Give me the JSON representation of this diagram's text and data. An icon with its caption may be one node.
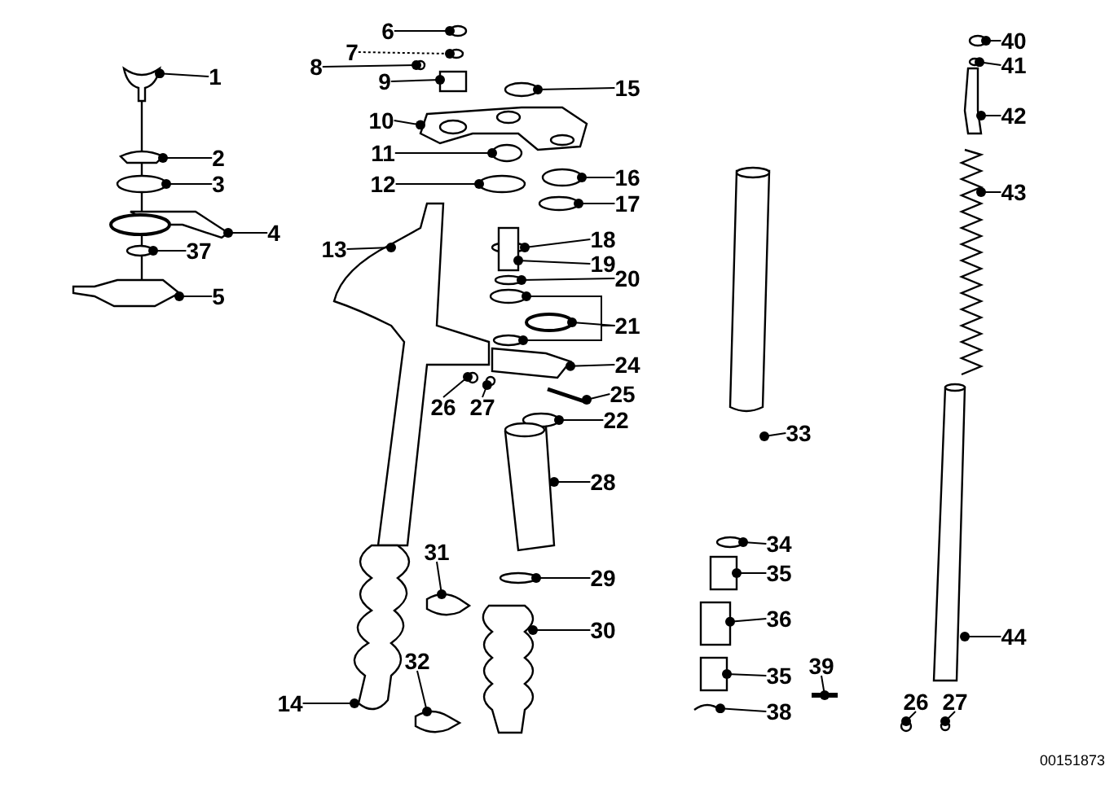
{
  "diagram": {
    "nodes": [
      {
        "text": [
          "1"
        ]
      },
      {
        "text": [
          "6"
        ]
      },
      {
        "text": [
          "40"
        ]
      },
      {
        "text": [
          "7"
        ]
      },
      {
        "text": [
          "41"
        ]
      },
      {
        "text": [
          "8"
        ]
      },
      {
        "text": [
          "9"
        ]
      },
      {
        "text": [
          "15"
        ]
      },
      {
        "text": [
          "42"
        ]
      },
      {
        "text": [
          "10"
        ]
      },
      {
        "text": [
          "11"
        ]
      },
      {
        "text": [
          "2"
        ]
      },
      {
        "text": [
          "16"
        ]
      },
      {
        "text": [
          "3"
        ]
      },
      {
        "text": [
          "12"
        ]
      },
      {
        "text": [
          "43"
        ]
      },
      {
        "text": [
          "17"
        ]
      },
      {
        "text": [
          "4"
        ]
      },
      {
        "text": [
          "18"
        ]
      },
      {
        "text": [
          "13"
        ]
      },
      {
        "text": [
          "37"
        ]
      },
      {
        "text": [
          "19"
        ]
      },
      {
        "text": [
          "20"
        ]
      },
      {
        "text": [
          "5"
        ]
      },
      {
        "text": [
          "21"
        ]
      },
      {
        "text": [
          "24"
        ]
      },
      {
        "text": [
          "25"
        ]
      },
      {
        "text": [
          "26"
        ]
      },
      {
        "text": [
          "27"
        ]
      },
      {
        "text": [
          "22"
        ]
      },
      {
        "text": [
          "33"
        ]
      },
      {
        "text": [
          "28"
        ]
      },
      {
        "text": [
          "34"
        ]
      },
      {
        "text": [
          "31"
        ]
      },
      {
        "text": [
          "35"
        ]
      },
      {
        "text": [
          "29"
        ]
      },
      {
        "text": [
          "36"
        ]
      },
      {
        "text": [
          "30"
        ]
      },
      {
        "text": [
          "44"
        ]
      },
      {
        "text": [
          "32"
        ]
      },
      {
        "text": [
          "39"
        ]
      },
      {
        "text": [
          "35"
        ]
      },
      {
        "text": [
          "14"
        ]
      },
      {
        "text": [
          "26"
        ]
      },
      {
        "text": [
          "27"
        ]
      },
      {
        "text": [
          "38"
        ]
      },
      {
        "text": [],
        "shape": "picture"
      },
      {
        "text": [],
        "shape": "circle"
      },
      {
        "text": [],
        "shape": "circle"
      },
      {
        "text": [],
        "shape": "circle"
      },
      {
        "text": [],
        "shape": "circle"
      },
      {
        "text": [],
        "shape": "circle"
      },
      {
        "text": [],
        "shape": "box"
      },
      {
        "text": [],
        "shape": "circle"
      },
      {
        "text": [],
        "shape": "picture"
      },
      {
        "text": [],
        "shape": "picture"
      },
      {
        "text": [],
        "shape": "circle"
      },
      {
        "text": [],
        "shape": "picture"
      },
      {
        "text": [],
        "shape": "circle"
      },
      {
        "text": [],
        "shape": "circle"
      },
      {
        "text": [],
        "shape": "circle"
      },
      {
        "text": [],
        "shape": "picture"
      },
      {
        "text": [],
        "shape": "circle"
      },
      {
        "text": [],
        "shape": "picture"
      },
      {
        "text": [],
        "shape": "circle"
      },
      {
        "text": [],
        "shape": "picture"
      },
      {
        "text": [],
        "shape": "circle"
      },
      {
        "text": [],
        "shape": "box"
      },
      {
        "text": [],
        "shape": "circle"
      },
      {
        "text": [],
        "shape": "picture"
      },
      {
        "text": [],
        "shape": "circle"
      },
      {
        "text": [],
        "shape": "circle"
      },
      {
        "text": [],
        "shape": "circle"
      },
      {
        "text": [],
        "shape": "picture"
      },
      {
        "text": [],
        "shape": "picture"
      },
      {
        "text": [],
        "shape": "circle"
      },
      {
        "text": [],
        "shape": "circle"
      },
      {
        "text": [],
        "shape": "circle"
      },
      {
        "text": [],
        "shape": "cylinder"
      },
      {
        "text": [],
        "shape": "cylinder"
      },
      {
        "text": [],
        "shape": "circle"
      },
      {
        "text": [],
        "shape": "picture"
      },
      {
        "text": [],
        "shape": "box"
      },
      {
        "text": [],
        "shape": "circle"
      },
      {
        "text": [],
        "shape": "box"
      },
      {
        "text": [],
        "shape": "picture"
      },
      {
        "text": [],
        "shape": "cylinder"
      },
      {
        "text": [],
        "shape": "picture"
      },
      {
        "text": [],
        "shape": "picture"
      },
      {
        "text": [],
        "shape": "box"
      },
      {
        "text": [],
        "shape": "picture"
      },
      {
        "text": [],
        "shape": "circle"
      },
      {
        "text": [],
        "shape": "circle"
      },
      {
        "text": [],
        "shape": "picture"
      }
    ],
    "edges": [
      {
        "from": 0,
        "to": 46,
        "arrow": "other"
      },
      {
        "from": 1,
        "to": 47,
        "arrow": "other"
      },
      {
        "from": 2,
        "to": 48,
        "arrow": "other"
      },
      {
        "from": 3,
        "to": 49,
        "arrow": "other",
        "style": "dashed"
      },
      {
        "from": 4,
        "to": 50,
        "arrow": "other"
      },
      {
        "from": 5,
        "to": 51,
        "arrow": "other"
      },
      {
        "from": 6,
        "to": 52,
        "arrow": "other"
      },
      {
        "from": 7,
        "to": 53,
        "arrow": "other"
      },
      {
        "from": 8,
        "to": 54,
        "arrow": "other"
      },
      {
        "from": 9,
        "to": 55,
        "arrow": "other"
      },
      {
        "from": 10,
        "to": 56,
        "arrow": "other"
      },
      {
        "from": 11,
        "to": 57,
        "arrow": "other"
      },
      {
        "from": 12,
        "to": 58,
        "arrow": "other"
      },
      {
        "from": 13,
        "to": 59,
        "arrow": "other"
      },
      {
        "from": 14,
        "to": 60,
        "arrow": "other"
      },
      {
        "from": 15,
        "to": 61,
        "arrow": "other"
      },
      {
        "from": 16,
        "to": 62,
        "arrow": "other"
      },
      {
        "from": 17,
        "to": 63,
        "arrow": "other"
      },
      {
        "from": 18,
        "to": 64,
        "arrow": "other"
      },
      {
        "from": 19,
        "to": 65,
        "arrow": "other"
      },
      {
        "from": 20,
        "to": 66,
        "arrow": "other"
      },
      {
        "from": 21,
        "to": 67,
        "arrow": "other"
      },
      {
        "from": 22,
        "to": 68,
        "arrow": "other"
      },
      {
        "from": 23,
        "to": 69,
        "arrow": "other"
      },
      {
        "from": 24,
        "to": 70,
        "arrow": "other"
      },
      {
        "from": 24,
        "to": 71,
        "arrow": "other"
      },
      {
        "from": 24,
        "to": 72,
        "arrow": "other"
      },
      {
        "from": 25,
        "to": 73,
        "arrow": "other"
      },
      {
        "from": 26,
        "to": 74,
        "arrow": "other"
      },
      {
        "from": 27,
        "to": 75,
        "arrow": "other"
      },
      {
        "from": 28,
        "to": 76,
        "arrow": "other"
      },
      {
        "from": 29,
        "to": 77,
        "arrow": "other"
      },
      {
        "from": 30,
        "to": 78,
        "arrow": "other"
      },
      {
        "from": 31,
        "to": 79,
        "arrow": "other"
      },
      {
        "from": 32,
        "to": 80,
        "arrow": "other"
      },
      {
        "from": 33,
        "to": 81,
        "arrow": "other"
      },
      {
        "from": 34,
        "to": 82,
        "arrow": "other"
      },
      {
        "from": 35,
        "to": 83,
        "arrow": "other"
      },
      {
        "from": 36,
        "to": 84,
        "arrow": "other"
      },
      {
        "from": 37,
        "to": 85,
        "arrow": "other"
      },
      {
        "from": 38,
        "to": 86,
        "arrow": "other"
      },
      {
        "from": 39,
        "to": 87,
        "arrow": "other"
      },
      {
        "from": 40,
        "to": 88,
        "arrow": "other"
      },
      {
        "from": 41,
        "to": 89,
        "arrow": "other"
      },
      {
        "from": 42,
        "to": 90,
        "arrow": "other"
      },
      {
        "from": 43,
        "to": 91,
        "arrow": "other"
      },
      {
        "from": 44,
        "to": 92,
        "arrow": "other"
      },
      {
        "from": 45,
        "to": 93,
        "arrow": "other"
      }
    ],
    "labels": [
      "00151873"
    ]
  }
}
